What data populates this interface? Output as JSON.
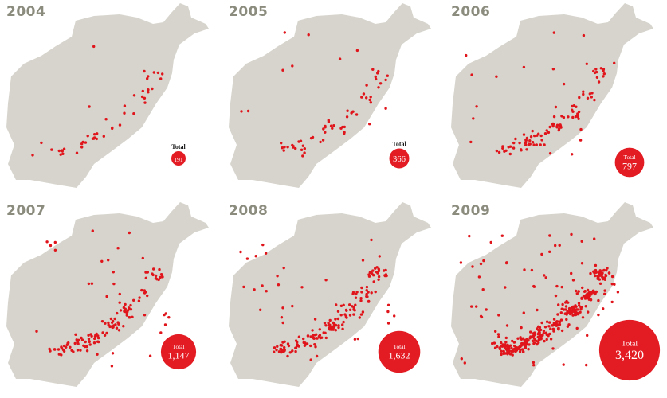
{
  "colors": {
    "land": "#d6d4cc",
    "dot": "#e0141b",
    "badge": "#e31b23",
    "year": "#8c8c7e",
    "background": "#ffffff"
  },
  "total_label": "Total",
  "panels": [
    {
      "year": "2004",
      "total": "191",
      "total_value": 191,
      "label_inside": false
    },
    {
      "year": "2005",
      "total": "366",
      "total_value": 366,
      "label_inside": false
    },
    {
      "year": "2006",
      "total": "797",
      "total_value": 797,
      "label_inside": true
    },
    {
      "year": "2007",
      "total": "1,147",
      "total_value": 1147,
      "label_inside": true
    },
    {
      "year": "2008",
      "total": "1,632",
      "total_value": 1632,
      "label_inside": true
    },
    {
      "year": "2009",
      "total": "3,420",
      "total_value": 3420,
      "label_inside": true
    }
  ]
}
